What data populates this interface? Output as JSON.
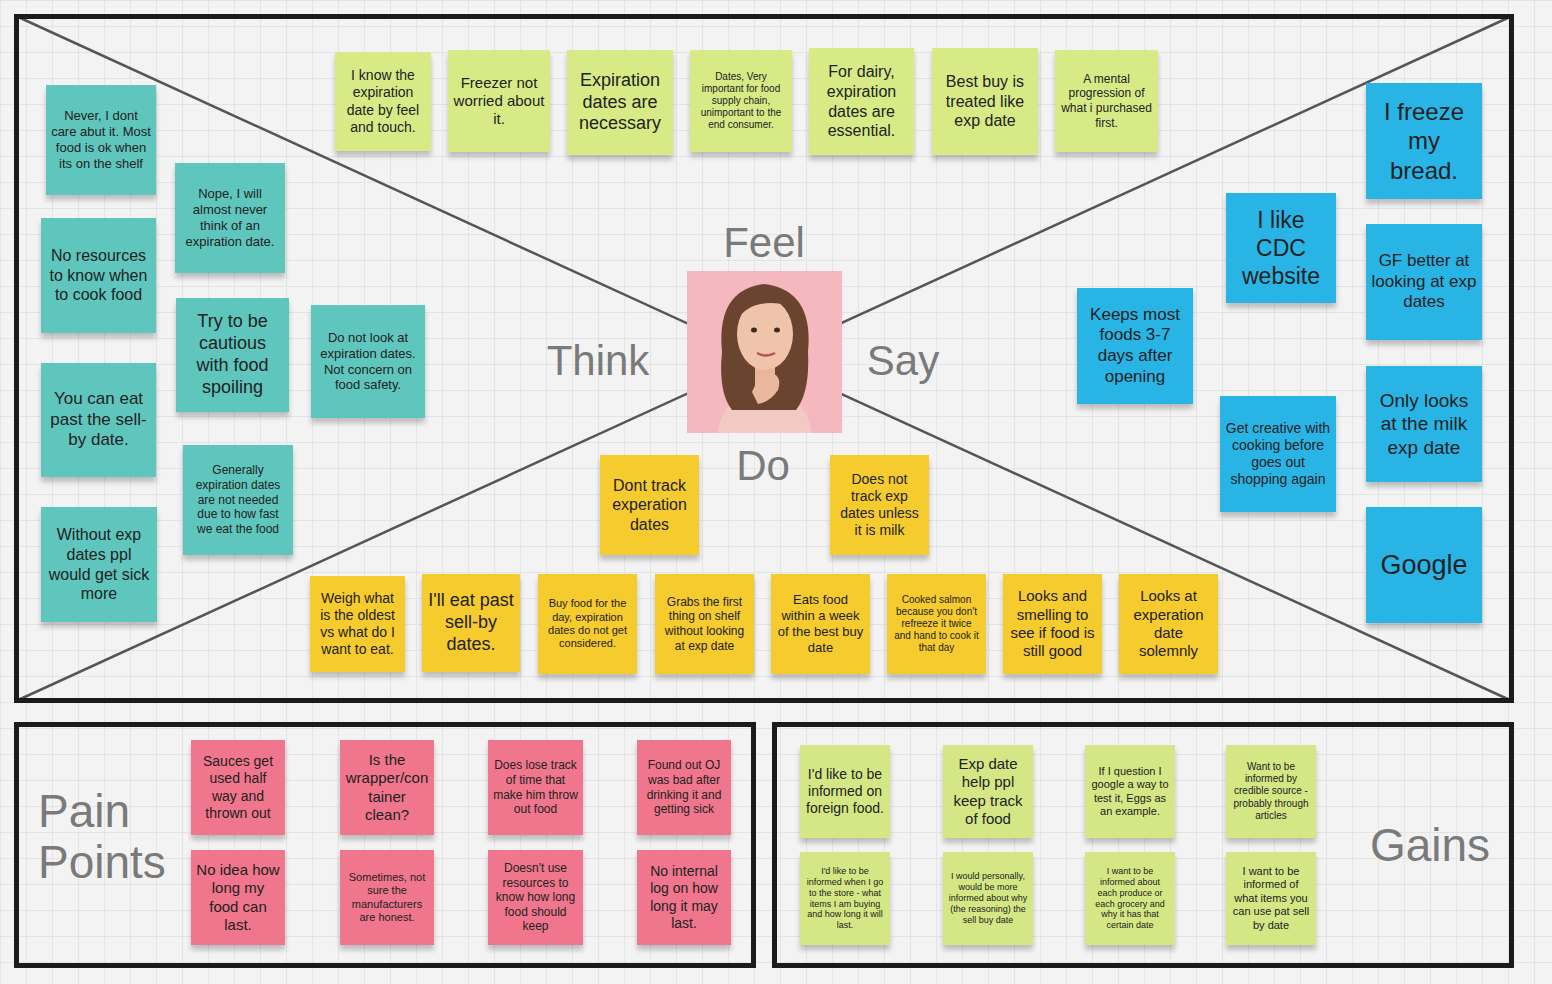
{
  "diagram": {
    "nodes": [
      {
        "text": [
          "Feel",
          "Think",
          "Say",
          "Do"
        ]
      },
      {
        "text": [
          "I know the expiration date by feel and touch."
        ],
        "in": 0
      },
      {
        "text": [
          "Freezer not worried about it."
        ],
        "in": 0
      },
      {
        "text": [
          "Expiration dates are necessary"
        ],
        "in": 0
      },
      {
        "text": [
          "Dates, Very important for food supply chain, unimportant to the end consumer."
        ],
        "in": 0
      },
      {
        "text": [
          "For dairy, expiration dates are essential."
        ],
        "in": 0
      },
      {
        "text": [
          "Best buy is treated like exp date"
        ],
        "in": 0
      },
      {
        "text": [
          "A mental progression of what i purchased first."
        ],
        "in": 0
      },
      {
        "text": [
          "Never, I dont care abut it. Most food is ok when its on the shelf"
        ],
        "in": 0
      },
      {
        "text": [
          "Nope, I will almost never think of an expiration date."
        ],
        "in": 0
      },
      {
        "text": [
          "No resources to know when to cook food"
        ],
        "in": 0
      },
      {
        "text": [
          "Try to be cautious with food spoiling"
        ],
        "in": 0
      },
      {
        "text": [
          "Do not look at expiration dates. Not concern on food safety."
        ],
        "in": 0
      },
      {
        "text": [
          "You can eat past the sell-by date."
        ],
        "in": 0
      },
      {
        "text": [
          "Generally expiration dates are not needed due to how fast we eat the food"
        ],
        "in": 0
      },
      {
        "text": [
          "Without exp dates ppl would get sick more"
        ],
        "in": 0
      },
      {
        "text": [
          "I freeze my bread."
        ],
        "in": 0
      },
      {
        "text": [
          "I like CDC website"
        ],
        "in": 0
      },
      {
        "text": [
          "GF better at looking at exp dates"
        ],
        "in": 0
      },
      {
        "text": [
          "Keeps most foods 3-7 days after opening"
        ],
        "in": 0
      },
      {
        "text": [
          "Get creative with cooking before goes out shopping again"
        ],
        "in": 0
      },
      {
        "text": [
          "Only looks at the milk exp date"
        ],
        "in": 0
      },
      {
        "text": [
          "Google"
        ],
        "in": 0
      },
      {
        "text": [
          "Dont track experation dates"
        ],
        "in": 0
      },
      {
        "text": [
          "Does not track exp dates unless it is milk"
        ],
        "in": 0
      },
      {
        "text": [
          "Weigh what is the oldest vs what do I want to eat."
        ],
        "in": 0
      },
      {
        "text": [
          "I'll eat past sell-by dates."
        ],
        "in": 0
      },
      {
        "text": [
          "Buy food for the day, expiration dates do not get considered."
        ],
        "in": 0
      },
      {
        "text": [
          "Grabs the first thing on shelf without looking at exp date"
        ],
        "in": 0
      },
      {
        "text": [
          "Eats food within a week of the best buy date"
        ],
        "in": 0
      },
      {
        "text": [
          "Cooked salmon because you don't refreeze it twice and hand to cook it that day"
        ],
        "in": 0
      },
      {
        "text": [
          "Looks and smelling to see if food is still good"
        ],
        "in": 0
      },
      {
        "text": [
          "Looks at experation date solemnly"
        ],
        "in": 0
      },
      {
        "text": [
          "Pain Points"
        ]
      },
      {
        "text": [
          "Sauces get used half way and thrown out"
        ],
        "in": 33
      },
      {
        "text": [
          "Is the wrapper/container clean?"
        ],
        "in": 33
      },
      {
        "text": [
          "Does lose track of time that make him throw out food"
        ],
        "in": 33
      },
      {
        "text": [
          "Found out OJ was bad after drinking it and getting sick"
        ],
        "in": 33
      },
      {
        "text": [
          "No idea how long my food can last."
        ],
        "in": 33
      },
      {
        "text": [
          "Sometimes, not sure the manufacturers are honest."
        ],
        "in": 33
      },
      {
        "text": [
          "Doesn't use resources to know how long food should keep"
        ],
        "in": 33
      },
      {
        "text": [
          "No internal log on how long it may last."
        ],
        "in": 33
      },
      {
        "text": [
          "Gains"
        ]
      },
      {
        "text": [
          "I'd like to be informed on foreign food."
        ],
        "in": 42
      },
      {
        "text": [
          "Exp date help ppl keep track of food"
        ],
        "in": 42
      },
      {
        "text": [
          "If I question I google a way to test it, Eggs as an example."
        ],
        "in": 42
      },
      {
        "text": [
          "Want to be informed by credible source - probably through articles"
        ],
        "in": 42
      },
      {
        "text": [
          "I'd like to be informed when I go to the store - what items I am buying and how long it will last."
        ],
        "in": 42
      },
      {
        "text": [
          "I would personally, would be more informed about why (the reasoning) the sell buy date"
        ],
        "in": 42
      },
      {
        "text": [
          "I want to be informed about each produce or each grocery and why it has that certain date"
        ],
        "in": 42
      },
      {
        "text": [
          "I want to be informed of what items you can use pat sell by date"
        ],
        "in": 42
      }
    ]
  }
}
